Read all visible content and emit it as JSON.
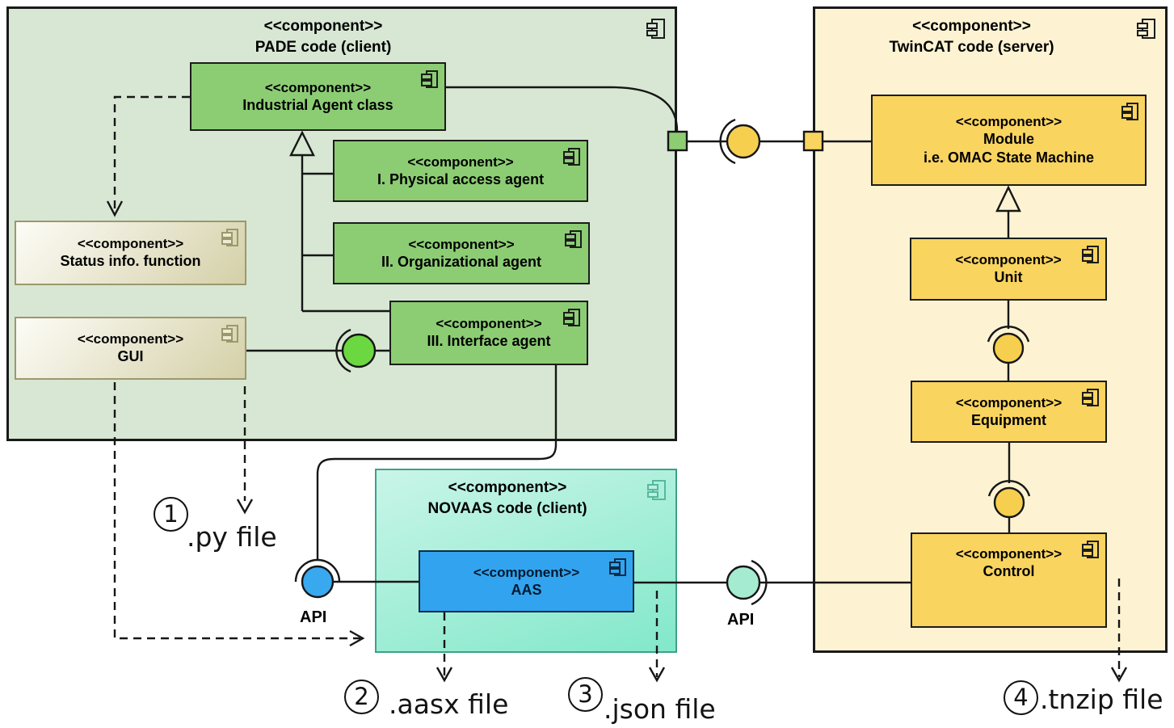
{
  "containers": {
    "pade": {
      "stereotype": "<<component>>",
      "name": "PADE code (client)"
    },
    "twincat": {
      "stereotype": "<<component>>",
      "name": "TwinCAT code (server)"
    },
    "novaas": {
      "stereotype": "<<component>>",
      "name": "NOVAAS code (client)"
    }
  },
  "components": {
    "industrial_agent": {
      "stereotype": "<<component>>",
      "name": "Industrial Agent class"
    },
    "physical_access_agent": {
      "stereotype": "<<component>>",
      "name": "I. Physical access agent"
    },
    "organizational_agent": {
      "stereotype": "<<component>>",
      "name": "II. Organizational agent"
    },
    "interface_agent": {
      "stereotype": "<<component>>",
      "name": "III. Interface agent"
    },
    "status_info_function": {
      "stereotype": "<<component>>",
      "name": "Status info. function"
    },
    "gui": {
      "stereotype": "<<component>>",
      "name": "GUI"
    },
    "module": {
      "stereotype": "<<component>>",
      "name": "Module",
      "subtitle": "i.e. OMAC State Machine"
    },
    "unit": {
      "stereotype": "<<component>>",
      "name": "Unit"
    },
    "equipment": {
      "stereotype": "<<component>>",
      "name": "Equipment"
    },
    "control": {
      "stereotype": "<<component>>",
      "name": "Control"
    },
    "aas": {
      "stereotype": "<<component>>",
      "name": "AAS"
    }
  },
  "interface_labels": {
    "api_left": "API",
    "api_right": "API"
  },
  "annotations": [
    {
      "number": "1",
      "label": ".py file"
    },
    {
      "number": "2",
      "label": ".aasx file"
    },
    {
      "number": "3",
      "label": ".json file"
    },
    {
      "number": "4",
      "label": ".tnzip file"
    }
  ],
  "colors": {
    "pade_fill": "#d7e7d3",
    "green_component": "#8ccd74",
    "green_ball": "#6bd741",
    "twincat_fill": "#fdf3d3",
    "gold_component": "#f9d45f",
    "gold_ball": "#f6cf4f",
    "novaas_fill_top": "#c9f5e8",
    "novaas_fill_bottom": "#82e8c9",
    "aas_fill": "#32a4ef",
    "blue_ball": "#38a8ef",
    "mint_ball": "#a5ebd2",
    "beige_fill_light": "#fdfcf7",
    "beige_fill_dark": "#d4d0a8",
    "line_color": "#161616"
  }
}
